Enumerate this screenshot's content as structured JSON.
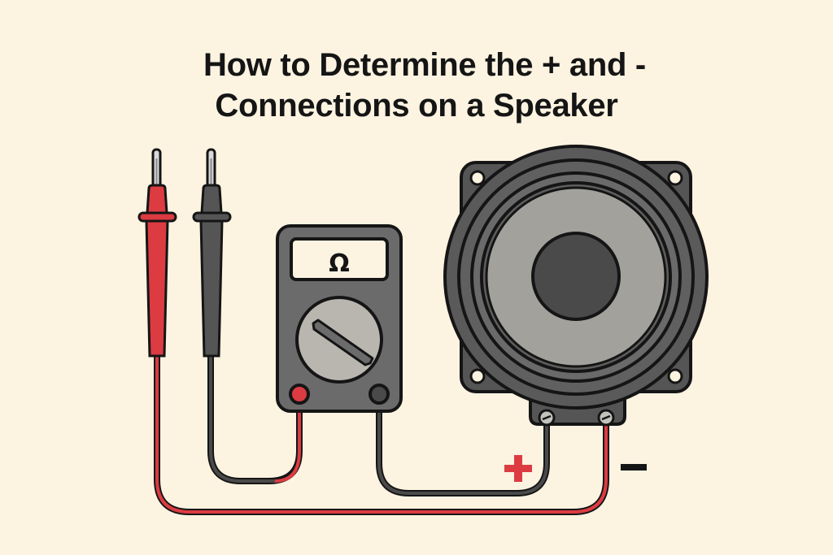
{
  "title": {
    "line1": "How to Determine the + and -",
    "line2": "Connections on a Speaker"
  },
  "multimeter": {
    "display_symbol": "Ω",
    "mode": "resistance"
  },
  "labels": {
    "positive": "+",
    "negative": "−"
  },
  "colors": {
    "background": "#fcf3e1",
    "red_lead": "#dc3b42",
    "black_lead": "#4a4a4a",
    "outline": "#151515",
    "meter_body": "#6b6b6b",
    "speaker_cone": "#a3a19c",
    "speaker_dust_cap": "#4a4a4a"
  },
  "components": [
    {
      "name": "red-probe",
      "color": "red"
    },
    {
      "name": "black-probe",
      "color": "black"
    },
    {
      "name": "multimeter",
      "display": "Ω"
    },
    {
      "name": "speaker",
      "terminals": [
        "+",
        "-"
      ]
    }
  ]
}
